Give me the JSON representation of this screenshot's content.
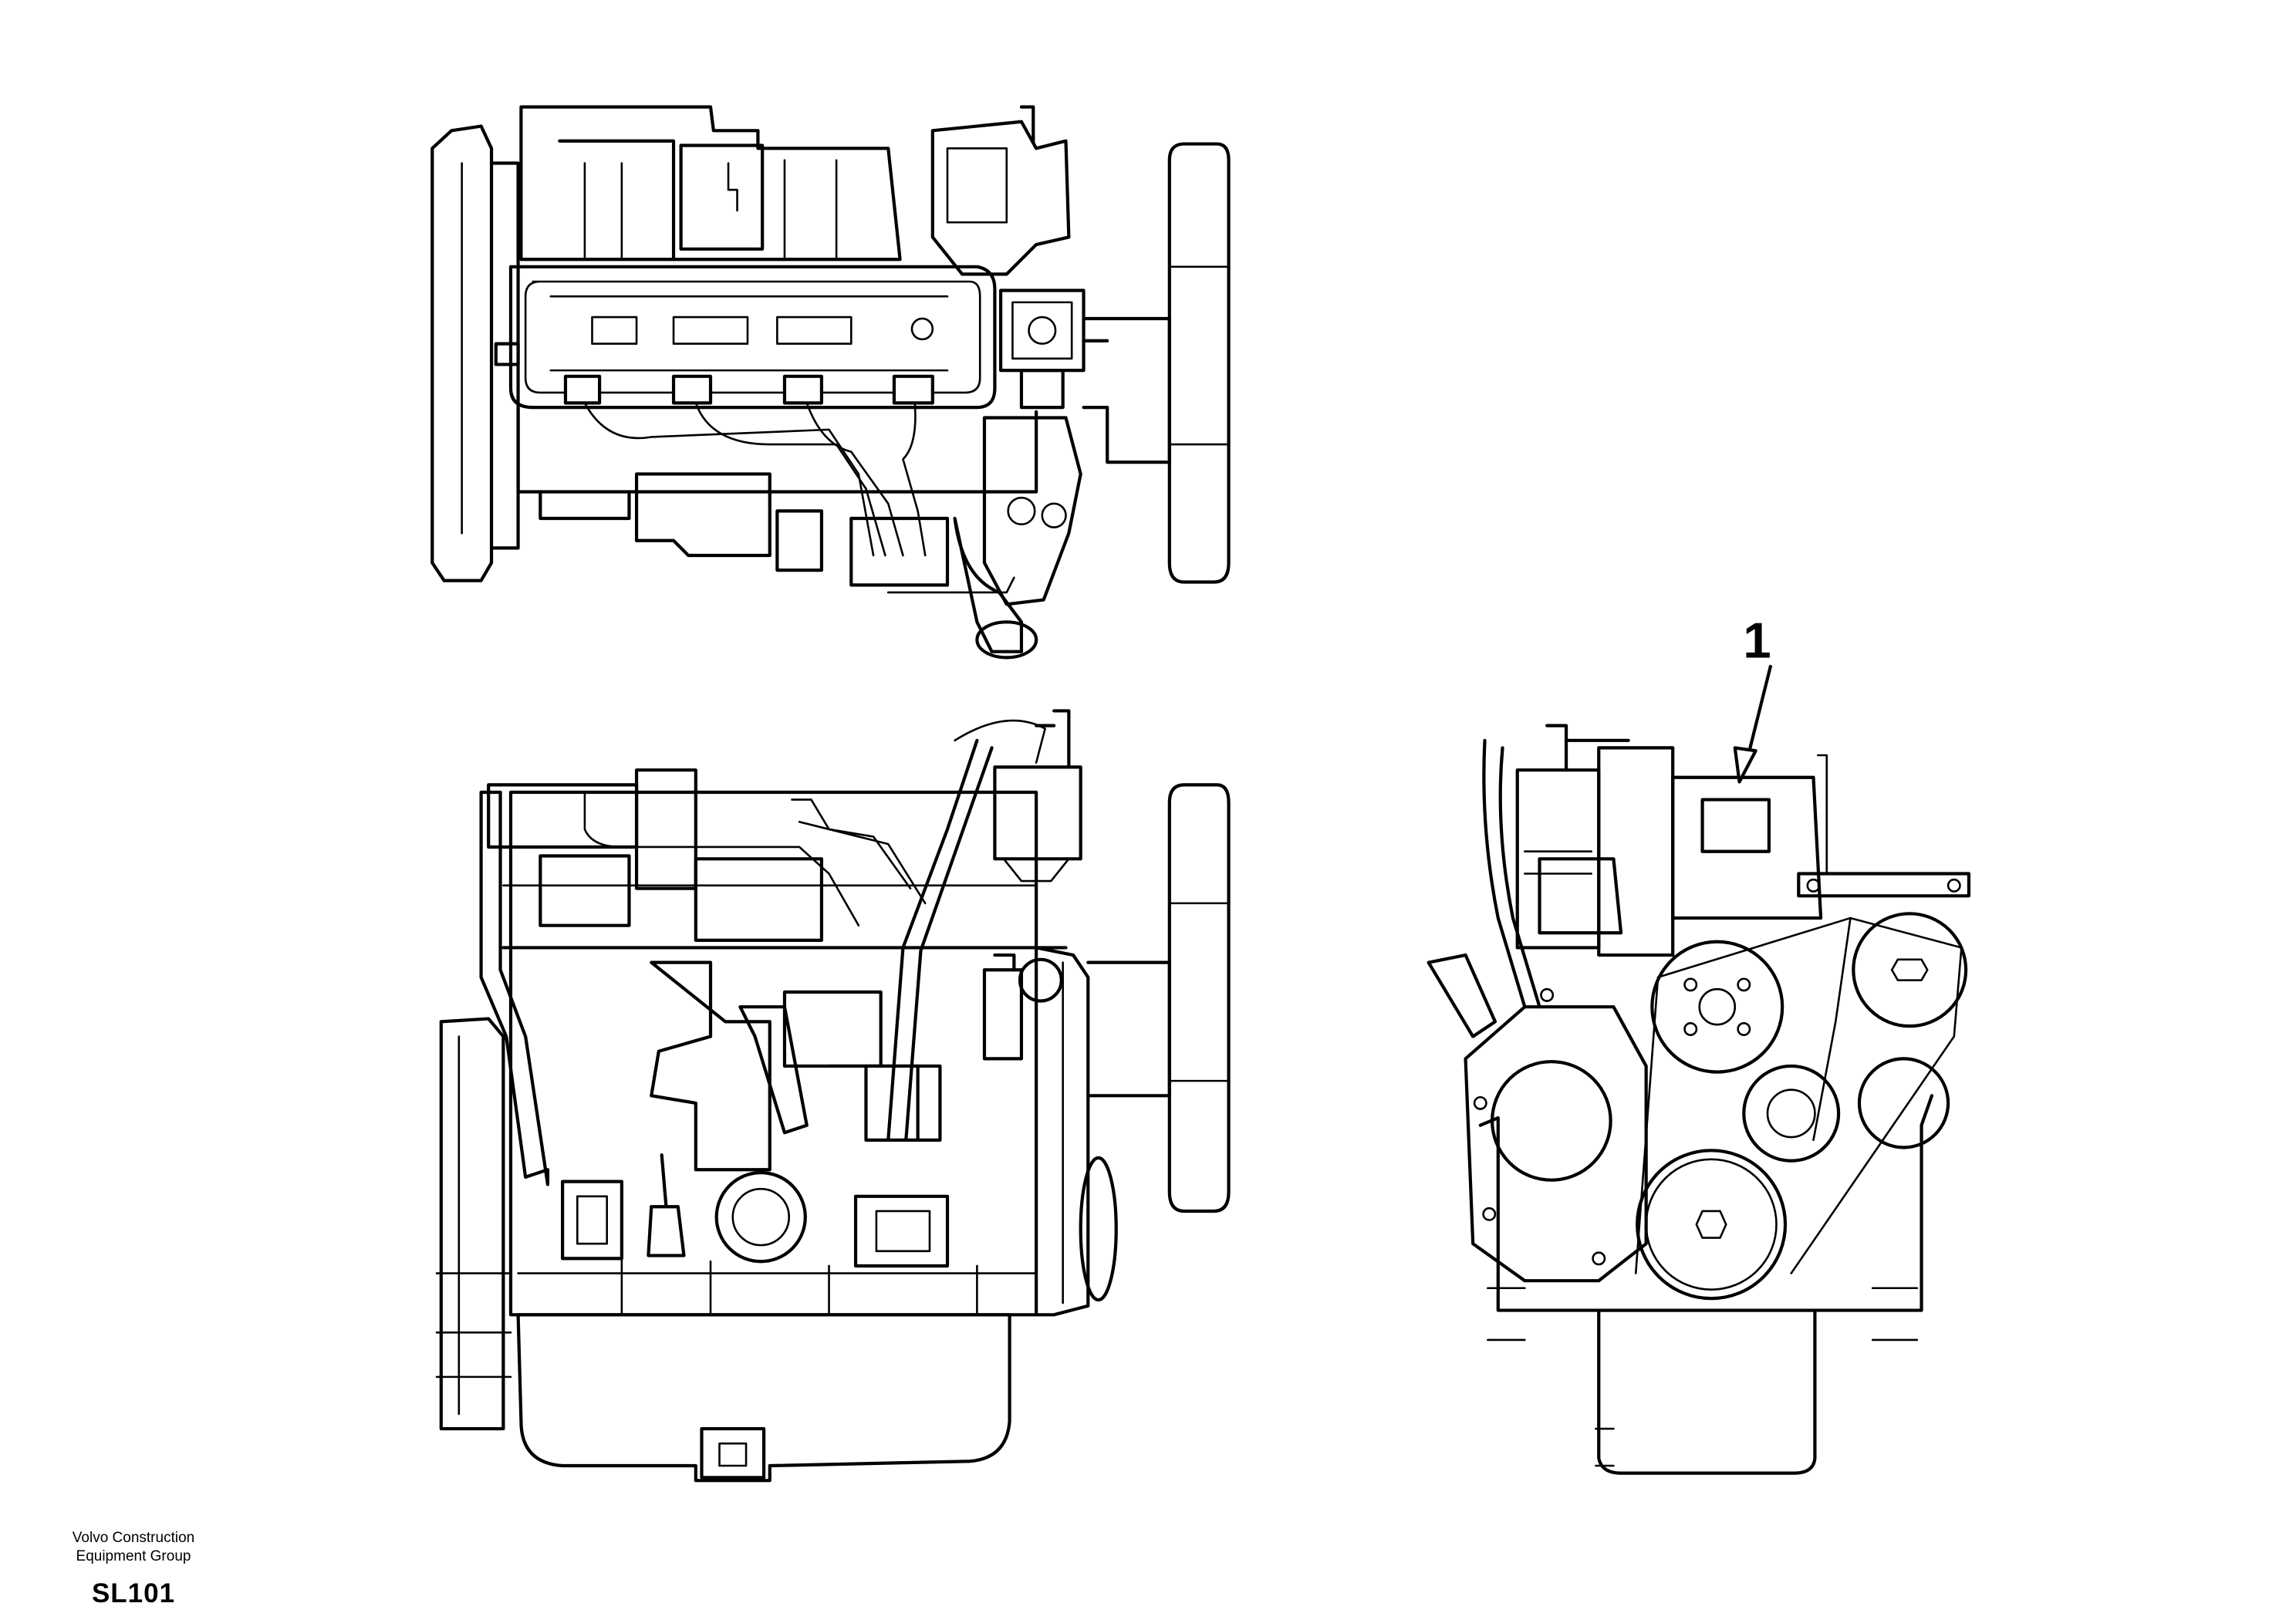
{
  "footer": {
    "company_line1": "Volvo Construction",
    "company_line2": "Equipment Group",
    "drawing_code": "SL101"
  },
  "callouts": [
    {
      "label": "1"
    }
  ]
}
